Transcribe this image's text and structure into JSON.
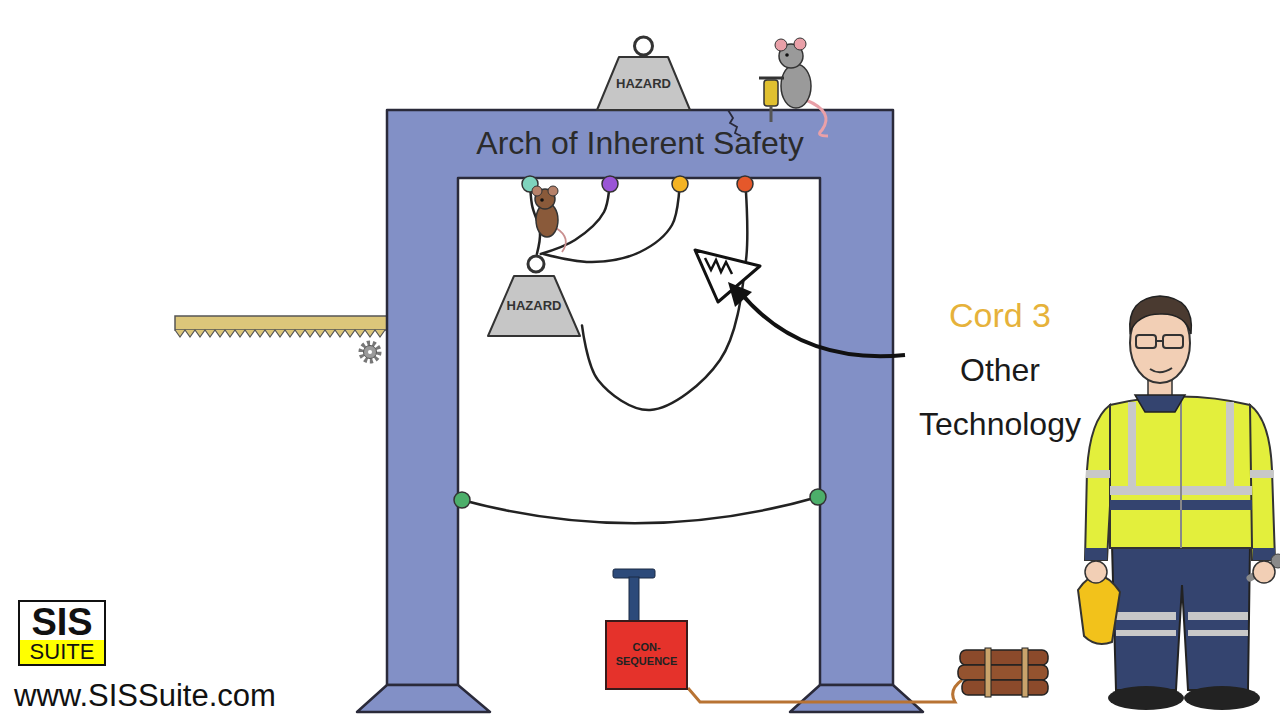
{
  "diagram": {
    "nodes": [
      {
        "text": [
          "HAZARD"
        ]
      },
      {
        "text": [
          "Arch of Inherent Safety"
        ]
      },
      {
        "text": [
          "HAZARD"
        ]
      },
      {
        "text": [
          "CON- SEQUENCE"
        ]
      },
      {
        "text": [
          "SIS",
          "SUITE"
        ]
      }
    ],
    "edges": [
      {
        "from": 1,
        "to": 2,
        "arrow": "none"
      },
      {
        "from": 1,
        "to": 2,
        "arrow": "none"
      },
      {
        "from": 1,
        "to": 2,
        "arrow": "none"
      },
      {
        "from": 1,
        "to": 2,
        "arrow": "none"
      }
    ],
    "labels": [
      "Cord 3",
      "Other Technology",
      "www.SISSuite.com"
    ]
  }
}
